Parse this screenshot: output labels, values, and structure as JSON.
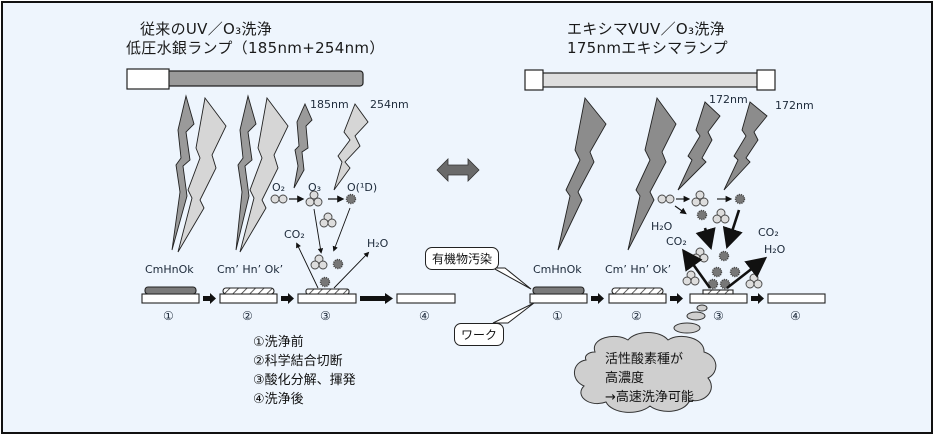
{
  "left_panel": {
    "title_line1": "従来のUV／O₃洗浄",
    "title_line2": "低圧水銀ランプ（185nm+254nm）",
    "wavelength_labels": [
      "185nm",
      "254nm"
    ],
    "species": {
      "o2": "O₂",
      "o3": "O₃",
      "o1d": "O(¹D)",
      "co2": "CO₂",
      "h2o": "H₂O"
    },
    "stage_formulas": [
      "CmHnOk",
      "Cm’ Hn’ Ok’"
    ],
    "stage_numbers": [
      "①",
      "②",
      "③",
      "④"
    ],
    "legend": [
      "①洗浄前",
      "②科学結合切断",
      "③酸化分解、揮発",
      "④洗浄後"
    ]
  },
  "right_panel": {
    "title_line1": "エキシマVUV／O₃洗浄",
    "title_line2": "175nmエキシマランプ",
    "wavelength_labels": [
      "172nm",
      "172nm"
    ],
    "species": {
      "h2o_left": "H₂O",
      "co2_left": "CO₂",
      "co2_right": "CO₂",
      "h2o_right": "H₂O"
    },
    "stage_formulas": [
      "CmHnOk",
      "Cm’ Hn’ Ok’"
    ],
    "stage_numbers": [
      "①",
      "②",
      "③",
      "④"
    ],
    "cloud_text": [
      "活性酸素種が",
      "高濃度",
      "→高速洗浄可能"
    ]
  },
  "callouts": {
    "organic_contamination": "有機物汚染",
    "workpiece": "ワーク"
  },
  "colors": {
    "background": "#eef5fd",
    "lamp_tube_old": "#9a9a9a",
    "lamp_tube_new": "#dedede",
    "bolt_dark": "#8c8c8c",
    "bolt_light": "#d6d6d6",
    "contamination": "#7a7a7a",
    "cloud": "#cfcfcf"
  }
}
